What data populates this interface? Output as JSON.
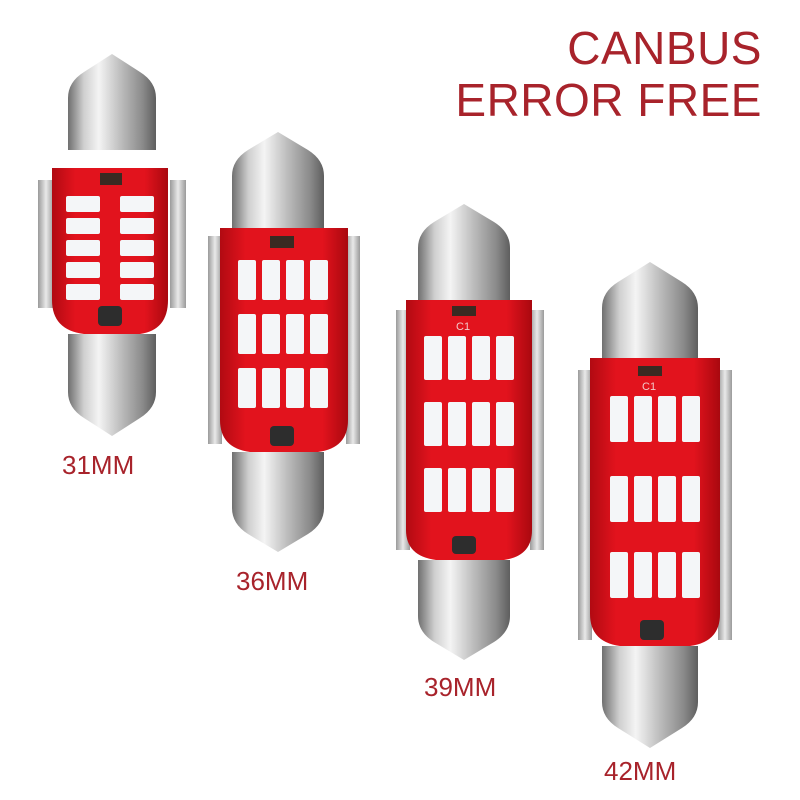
{
  "headline": {
    "line1": "CANBUS",
    "line2": "ERROR FREE"
  },
  "colors": {
    "text": "#a8232b",
    "pcb": "#d8111b",
    "led": "#ffffff",
    "metal": "#c8c8c8"
  },
  "bulbs": [
    {
      "size_label": "31MM",
      "pcb_marking": "",
      "led_rows": 5,
      "led_cols": 2
    },
    {
      "size_label": "36MM",
      "pcb_marking": "",
      "led_rows": 3,
      "led_cols": 4
    },
    {
      "size_label": "39MM",
      "pcb_marking": "C1",
      "led_rows": 3,
      "led_cols": 4
    },
    {
      "size_label": "42MM",
      "pcb_marking": "C1",
      "led_rows": 3,
      "led_cols": 4
    }
  ]
}
